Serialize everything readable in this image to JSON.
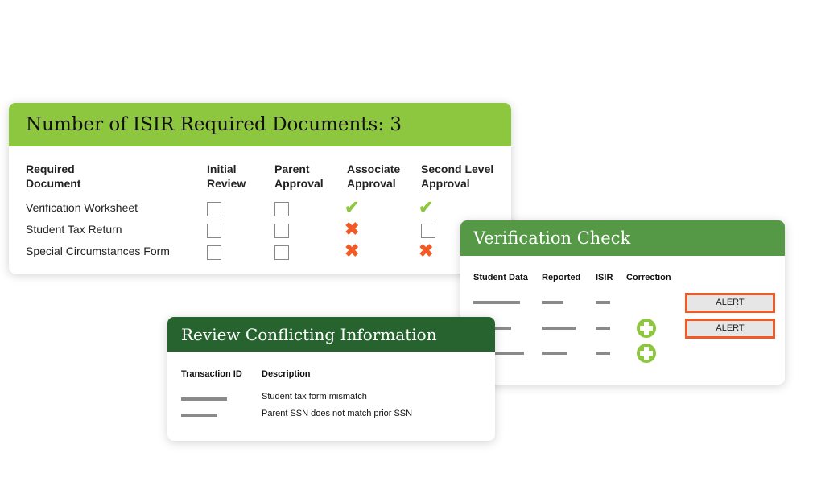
{
  "required_docs": {
    "title": "Number of ISIR Required Documents: 3",
    "headers": [
      [
        "Required",
        "Document"
      ],
      [
        "Initial",
        "Review"
      ],
      [
        "Parent",
        "Approval"
      ],
      [
        "Associate",
        "Approval"
      ],
      [
        "Second Level",
        "Approval"
      ]
    ],
    "rows": [
      {
        "name": "Verification Worksheet",
        "initial": "unchecked",
        "parent": "unchecked",
        "associate": "check",
        "second": "check"
      },
      {
        "name": "Student Tax Return",
        "initial": "unchecked",
        "parent": "unchecked",
        "associate": "x",
        "second": "unchecked"
      },
      {
        "name": "Special Circumstances Form",
        "initial": "unchecked",
        "parent": "unchecked",
        "associate": "x",
        "second": "x"
      }
    ]
  },
  "verification": {
    "title": "Verification Check",
    "headers": [
      "Student Data",
      "Reported",
      "ISIR",
      "Correction"
    ],
    "alert_label": "ALERT"
  },
  "review": {
    "title": "Review Conflicting Information",
    "headers": [
      "Transaction ID",
      "Description"
    ],
    "rows": [
      "Student tax form mismatch",
      "Parent SSN does not match prior SSN"
    ]
  },
  "colors": {
    "light_green": "#8dc63f",
    "mid_green": "#559946",
    "dark_green": "#27632f",
    "orange": "#f15a24"
  }
}
